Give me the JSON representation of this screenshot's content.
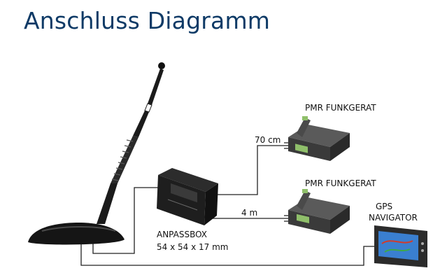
{
  "title": "Anschluss Diagramm",
  "labels": {
    "pmr_top": "PMR FUNKGERAT",
    "pmr_bottom": "PMR FUNKGERAT",
    "gps_line1": "GPS",
    "gps_line2": "NAVIGATOR",
    "cable_70cm": "70 cm",
    "cable_4m": "4 m",
    "box_name": "ANPASSBOX",
    "box_dims": "54 x 54 x 17 mm"
  },
  "colors": {
    "title": "#0e3a66",
    "antenna": "#1b1b1b",
    "device_body": "#3a3a3a",
    "device_screen": "#8fbf6a",
    "cable": "#222222",
    "gps_screen": "#3a7fd0"
  }
}
